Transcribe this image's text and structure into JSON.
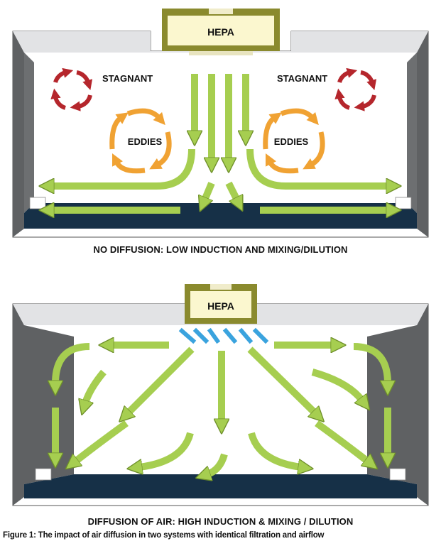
{
  "panel_top": {
    "hepa_label": "HEPA",
    "stagnant_left": "STAGNANT",
    "stagnant_right": "STAGNANT",
    "eddies_left": "EDDIES",
    "eddies_right": "EDDIES",
    "caption": "NO DIFFUSION: LOW INDUCTION AND MIXING/DILUTION"
  },
  "panel_bottom": {
    "hepa_label": "HEPA",
    "caption": "DIFFUSION OF AIR: HIGH INDUCTION & MIXING / DILUTION"
  },
  "figure_caption": "Figure 1: The impact of air diffusion in two systems with identical filtration and airflow",
  "colors": {
    "arrow_green": "#a6ce50",
    "arrow_outline": "#6e8f2a",
    "stagnant_red": "#b5262c",
    "eddies_orange": "#f0a233",
    "wall_gray": "#5f6163",
    "ceiling_gray": "#e2e3e5",
    "floor_navy": "#163047",
    "hepa_frame": "#8a8a2e",
    "hepa_fill": "#fbf7cf",
    "diffuser_blue": "#3aa3de"
  }
}
